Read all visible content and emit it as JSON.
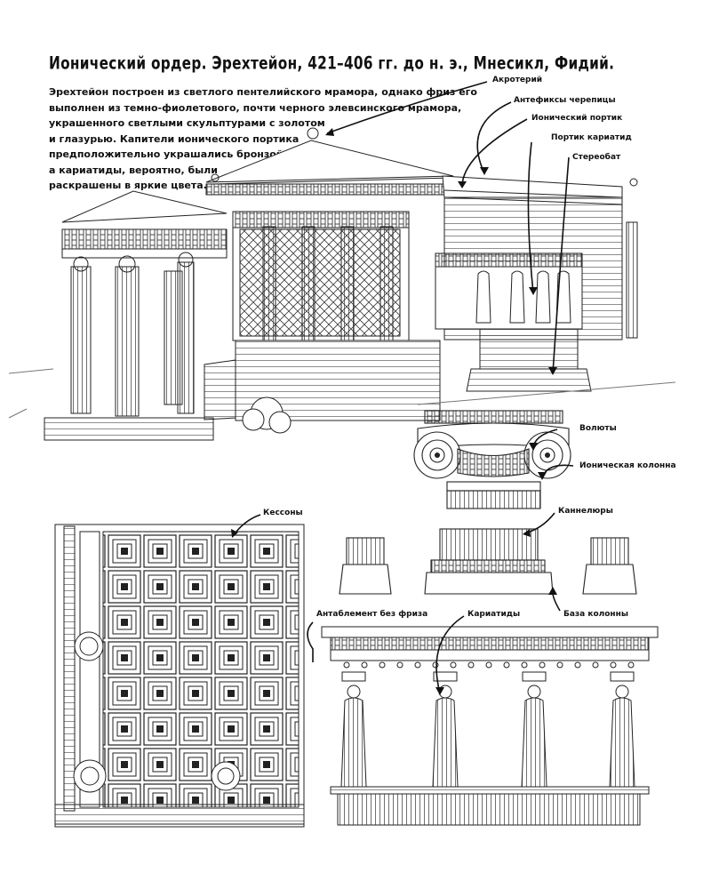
{
  "title": "Ионический ордер. Эрехтейон, 421–406 гг. до н. э., Мнесикл, Фидий.",
  "intro_lines": [
    "Эрехтейон построен из светлого пентелийского мрамора, однако фриз его",
    "выполнен из темно-фиолетового, почти черного элевсинского мрамора,",
    "украшенного светлыми скульптурами с золотом",
    "и глазурью. Капители ионического портика",
    "предположительно украшались бронзой,",
    "а кариатиды, вероятно, были",
    "раскрашены в яркие цвета."
  ],
  "labels": {
    "akroteriy": "Акротерий",
    "antefiksy": "Антефиксы черепицы",
    "ionic_portico": "Ионический портик",
    "caryatid_portico": "Портик кариатид",
    "stereobat": "Стереобат",
    "volutes": "Волюты",
    "ionic_column": "Ионическая колонна",
    "coffers": "Кессоны",
    "flutes": "Каннелюры",
    "column_base": "База колонны",
    "entablature": "Антаблемент без фриза",
    "caryatids": "Кариатиды"
  }
}
